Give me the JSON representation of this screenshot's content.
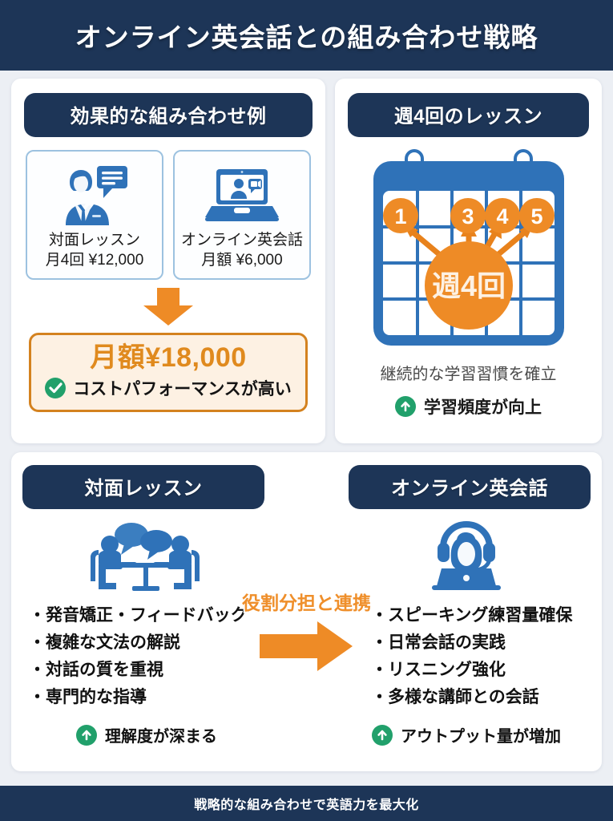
{
  "header": {
    "title": "オンライン英会話との組み合わせ戦略"
  },
  "footer": {
    "text": "戦略的な組み合わせで英語力を最大化"
  },
  "colors": {
    "navy": "#1d3557",
    "blue": "#2f72b8",
    "orange": "#ef8f2b",
    "orange_dark": "#d4821f",
    "green": "#21a06b",
    "cream": "#fdf1e3",
    "page_bg": "#eceff4"
  },
  "combo_card": {
    "heading": "効果的な組み合わせ例",
    "options": [
      {
        "icon": "person-speech-bubble-icon",
        "label": "対面レッスン",
        "price": "月4回 ¥12,000"
      },
      {
        "icon": "laptop-video-call-icon",
        "label": "オンライン英会話",
        "price": "月額 ¥6,000"
      }
    ],
    "total": {
      "amount": "月額¥18,000",
      "note": "コストパフォーマンスが高い",
      "note_icon": "check-circle-icon"
    }
  },
  "frequency_card": {
    "heading": "週4回のレッスン",
    "calendar": {
      "day_numbers": [
        "1",
        "3",
        "4",
        "5"
      ],
      "center_label": "週4回"
    },
    "caption": "継続的な学習習慣を確立",
    "benefit": {
      "icon": "arrow-up-circle-icon",
      "text": "学習頻度が向上"
    }
  },
  "comparison_card": {
    "left": {
      "heading": "対面レッスン",
      "icon": "two-people-table-discussion-icon",
      "bullets": [
        "発音矯正・フィードバック",
        "複雑な文法の解説",
        "対話の質を重視",
        "専門的な指導"
      ],
      "benefit": {
        "icon": "arrow-up-circle-icon",
        "text": "理解度が深まる"
      }
    },
    "connector": {
      "label": "役割分担と連携",
      "icon": "right-arrow-icon"
    },
    "right": {
      "heading": "オンライン英会話",
      "icon": "headset-person-laptop-icon",
      "bullets": [
        "スピーキング練習量確保",
        "日常会話の実践",
        "リスニング強化",
        "多様な講師との会話"
      ],
      "benefit": {
        "icon": "arrow-up-circle-icon",
        "text": "アウトプット量が増加"
      }
    }
  }
}
